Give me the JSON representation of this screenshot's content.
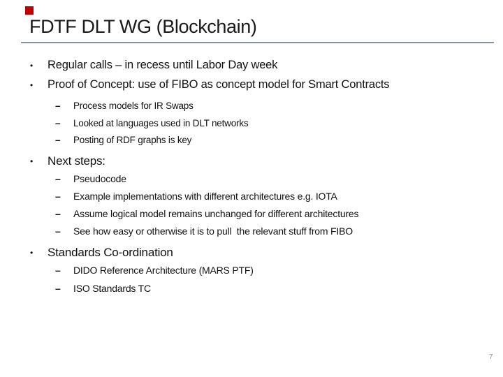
{
  "slide": {
    "title": "FDTF DLT WG (Blockchain)",
    "page_number": "7",
    "markers": {
      "level1": "•",
      "level2": "–"
    },
    "colors": {
      "logo_red": "#C00000",
      "rule_gray_blue": "#86939E",
      "title_text": "#1A1A1A",
      "body_text": "#111111",
      "page_number_gray": "#8C8C8C"
    },
    "items": [
      {
        "level": 1,
        "text": "Regular calls – in recess until Labor Day week"
      },
      {
        "level": 1,
        "text": "Proof of Concept: use of FIBO as concept model for Smart Contracts"
      },
      {
        "level": 2,
        "text": "Process models for IR Swaps"
      },
      {
        "level": 2,
        "text": "Looked at languages used in DLT networks"
      },
      {
        "level": 2,
        "text": "Posting of RDF graphs is key"
      },
      {
        "level": 1,
        "text": "Next steps:"
      },
      {
        "level": 2,
        "text": "Pseudocode"
      },
      {
        "level": 2,
        "text": "Example implementations with different architectures e.g. IOTA"
      },
      {
        "level": 2,
        "text": "Assume logical model remains unchanged for different architectures"
      },
      {
        "level": 2,
        "text": "See how easy or otherwise it is to pull  the relevant stuff from FIBO"
      },
      {
        "level": 1,
        "text": "Standards Co-ordination"
      },
      {
        "level": 2,
        "text": "DIDO Reference Architecture (MARS PTF)"
      },
      {
        "level": 2,
        "text": "ISO Standards TC"
      }
    ]
  }
}
